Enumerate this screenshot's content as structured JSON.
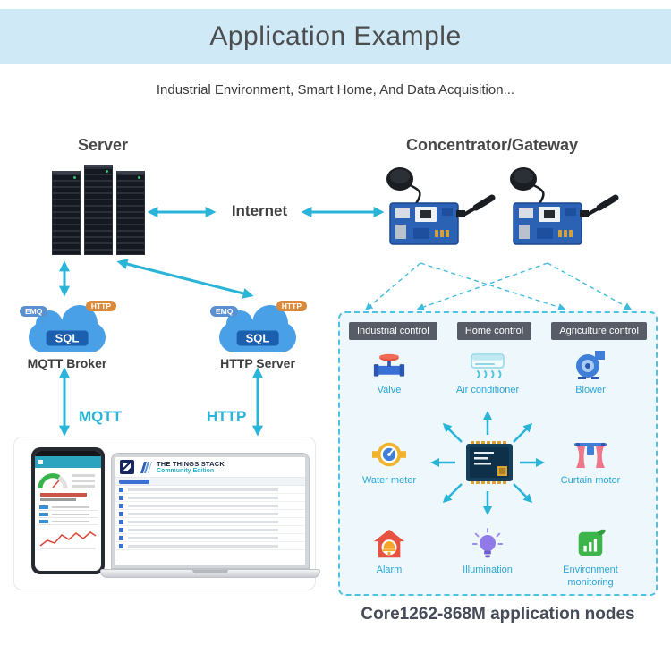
{
  "header": {
    "title": "Application Example",
    "subtitle": "Industrial Environment, Smart Home, And Data Acquisition..."
  },
  "sections": {
    "server": "Server",
    "gateway": "Concentrator/Gateway",
    "internet": "Internet",
    "mqtt_broker": "MQTT Broker",
    "http_server": "HTTP Server",
    "mqtt": "MQTT",
    "http": "HTTP",
    "caption": "Core1262-868M application nodes"
  },
  "cloud": {
    "sql": "SQL",
    "emq": "EMQ",
    "http": "HTTP"
  },
  "laptop": {
    "brand": "THE THINGS STACK",
    "edition": "Community Edition"
  },
  "panel": {
    "tabs": [
      {
        "label": "Industrial control"
      },
      {
        "label": "Home control"
      },
      {
        "label": "Agriculture control"
      }
    ],
    "nodes": [
      {
        "label": "Valve"
      },
      {
        "label": "Air conditioner"
      },
      {
        "label": "Blower"
      },
      {
        "label": "Water meter"
      },
      {
        "label": "Curtain motor"
      },
      {
        "label": "Alarm"
      },
      {
        "label": "Illumination"
      },
      {
        "label": "Environment monitoring"
      }
    ]
  },
  "colors": {
    "accent": "#29b4d8",
    "header_bg": "#cfe9f7",
    "panel_bg": "#eef7fc",
    "tab_bg": "#575c66",
    "node_label": "#2aa7d6"
  }
}
